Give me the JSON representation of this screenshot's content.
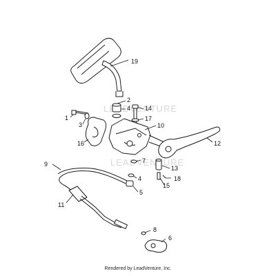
{
  "watermark": "LEADVENTURE",
  "credit": "Rendered by LeadVenture, Inc.",
  "callouts": [
    "1",
    "2",
    "3",
    "4",
    "5",
    "6",
    "7",
    "8",
    "9",
    "10",
    "11",
    "12",
    "13",
    "14",
    "15",
    "16",
    "17",
    "18",
    "19"
  ]
}
